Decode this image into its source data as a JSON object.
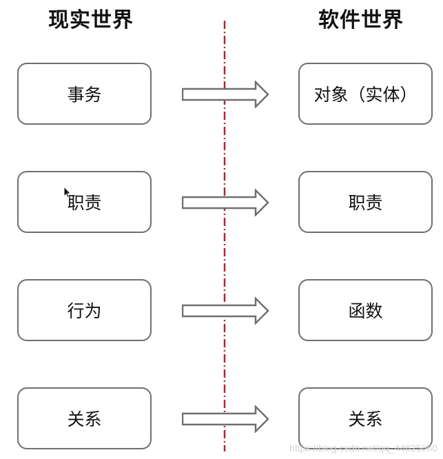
{
  "headings": {
    "left": "现实世界",
    "right": "软件世界"
  },
  "rows": [
    {
      "real": "事务",
      "software": "对象（实体）"
    },
    {
      "real": "职责",
      "software": "职责"
    },
    {
      "real": "行为",
      "software": "函数"
    },
    {
      "real": "关系",
      "software": "关系"
    }
  ],
  "colors": {
    "divider": "#b3262d",
    "box_border": "#6f6f72",
    "arrow_stroke": "#6f6f72"
  },
  "icons": {
    "arrow": "right-arrow-icon",
    "pointer": "mouse-pointer-icon"
  },
  "watermark": "https://blog.csdn.net/qq_44625080"
}
